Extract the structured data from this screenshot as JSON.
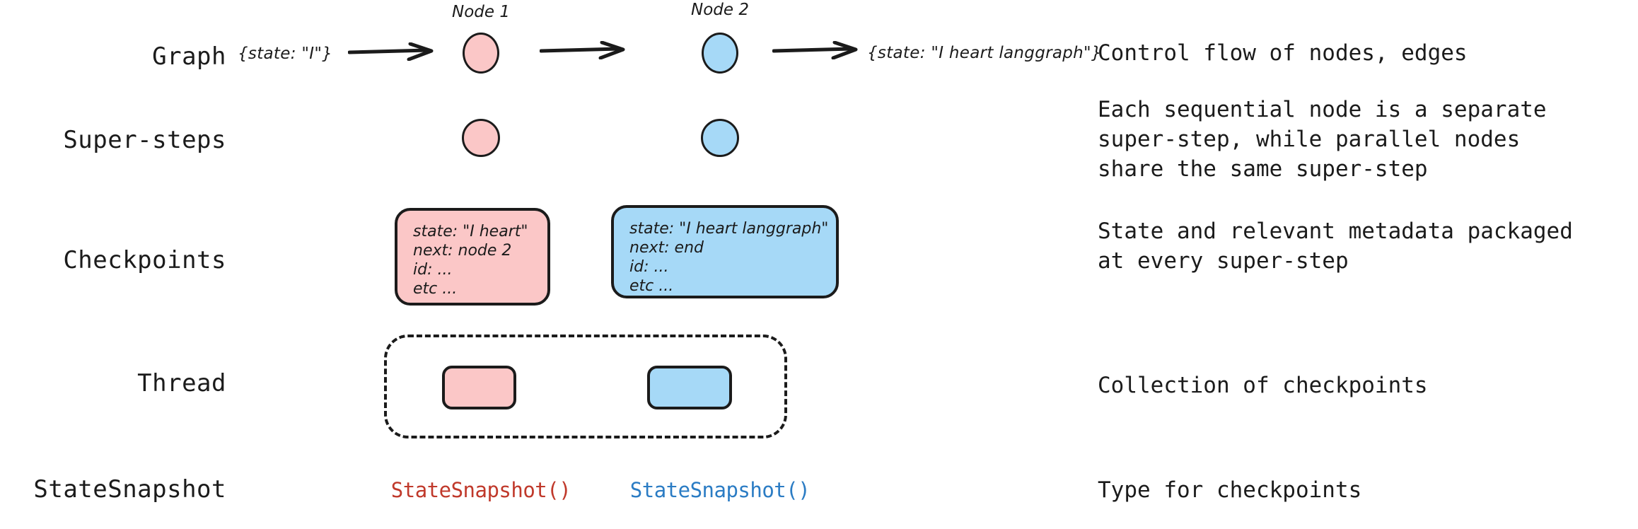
{
  "diagram": {
    "title": "LangGraph persistence concepts",
    "colors": {
      "pink_fill": "#FBC7C7",
      "blue_fill": "#A6D9F7",
      "stroke": "#1b1b1b",
      "snapshot_red": "#C0392B",
      "snapshot_blue": "#2B7CC4",
      "background": "#FFFFFF"
    }
  },
  "rows": {
    "graph": {
      "label": "Graph",
      "description": "Control flow of nodes, edges",
      "input_state": "{state: \"I\"}",
      "output_state": "{state: \"I heart langgraph\"}",
      "node1_caption": "Node 1",
      "node2_caption": "Node 2"
    },
    "super_steps": {
      "label": "Super-steps",
      "description": "Each sequential node is a separate\nsuper-step, while parallel nodes\nshare the same super-step"
    },
    "checkpoints": {
      "label": "Checkpoints",
      "description": "State and relevant metadata packaged\nat every super-step",
      "pink_box": [
        "state: \"I heart\"",
        "next: node 2",
        "id: ...",
        "etc ..."
      ],
      "blue_box": [
        "state: \"I heart langgraph\"",
        "next: end",
        "id: ...",
        "etc ..."
      ]
    },
    "thread": {
      "label": "Thread",
      "description": "Collection of checkpoints"
    },
    "state_snapshot": {
      "label": "StateSnapshot",
      "description": "Type for checkpoints",
      "red_call": "StateSnapshot()",
      "blue_call": "StateSnapshot()"
    }
  }
}
